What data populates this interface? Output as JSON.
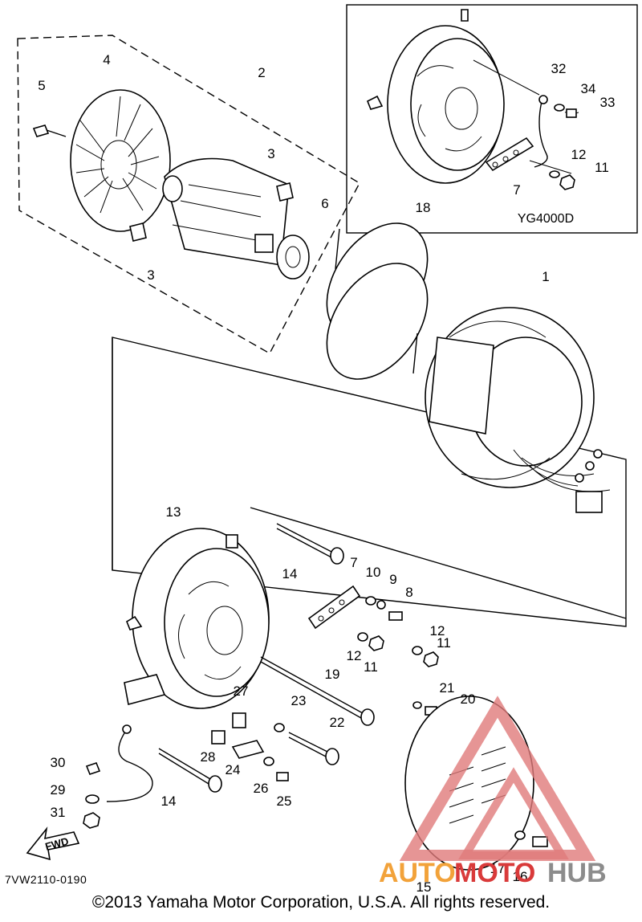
{
  "variant_label": "YG4000D",
  "drawing_code": "7VW2110-0190",
  "copyright": "©2013 Yamaha Motor Corporation, U.S.A. All rights reserved.",
  "fwd_label": "FWD",
  "watermark": {
    "auto": "AUTO",
    "moto": "MOTO",
    "hub": "HUB"
  },
  "colors": {
    "watermark_orange": "#f2a23a",
    "watermark_red": "#d93a3a",
    "watermark_gray": "#8c8c8c"
  },
  "callouts": {
    "c1": "1",
    "c2": "2",
    "c3a": "3",
    "c3b": "3",
    "c4": "4",
    "c5": "5",
    "c6": "6",
    "c7a": "7",
    "c7b": "7",
    "c8": "8",
    "c9": "9",
    "c10": "10",
    "c11a": "11",
    "c11b": "11",
    "c11c": "11",
    "c12a": "12",
    "c12b": "12",
    "c12c": "12",
    "c13": "13",
    "c14a": "14",
    "c14b": "14",
    "c15": "15",
    "c16": "16",
    "c17": "17",
    "c18": "18",
    "c19": "19",
    "c20": "20",
    "c21": "21",
    "c22": "22",
    "c23": "23",
    "c24": "24",
    "c25": "25",
    "c26": "26",
    "c27": "27",
    "c28": "28",
    "c29": "29",
    "c30": "30",
    "c31": "31",
    "c32": "32",
    "c33": "33",
    "c34": "34"
  }
}
